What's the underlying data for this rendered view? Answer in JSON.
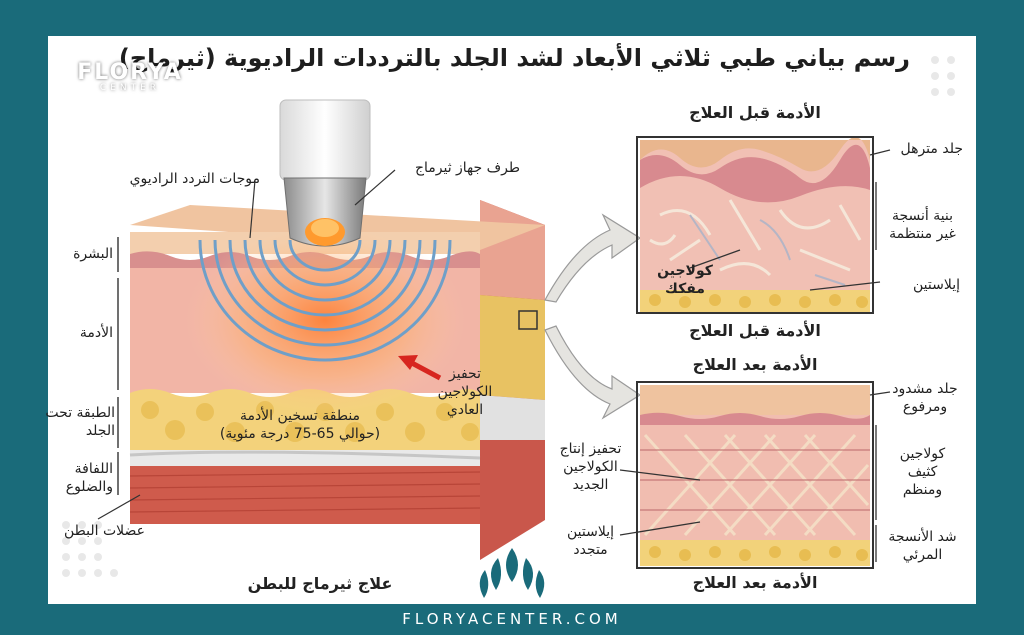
{
  "title": "رسم بياني طبي ثلاثي الأبعاد لشد الجلد بالترددات الراديوية (ثيرماج)",
  "logo": {
    "name": "FLORYA",
    "sub": "CENTER"
  },
  "left_diagram": {
    "caption": "علاج ثيرماج للبطن",
    "labels": {
      "device_tip": "طرف جهاز ثيرماج",
      "rf_waves": "موجات التردد الراديوي",
      "epidermis": "البشرة",
      "dermis": "الأدمة",
      "subcutaneous": "الطبقة تحت الجلد",
      "fascia": "اللفافة والضلوع",
      "muscles": "عضلات البطن",
      "heating_zone_1": "منطقة تسخين الأدمة",
      "heating_zone_2": "(حوالي 65-75 درجة مئوية)",
      "collagen_1": "تحفيز",
      "collagen_2": "الكولاجين",
      "collagen_3": "العادي"
    }
  },
  "before": {
    "title_top": "الأدمة قبل العلاج",
    "title_bottom": "الأدمة قبل العلاج",
    "labels": {
      "sagging_skin": "جلد مترهل",
      "irregular_1": "بنية أنسجة",
      "irregular_2": "غير منتظمة",
      "collagen_1": "كولاجين",
      "collagen_2": "مفكك",
      "elastin": "إيلاستين"
    }
  },
  "after": {
    "title_top": "الأدمة بعد العلاج",
    "title_bottom": "الأدمة بعد العلاج",
    "labels": {
      "tight_1": "جلد مشدود",
      "tight_2": "ومرفوع",
      "new_collagen_1": "تحفيز إنتاج",
      "new_collagen_2": "الكولاجين",
      "new_collagen_3": "الجديد",
      "dense_1": "كولاجين",
      "dense_2": "كثيف",
      "dense_3": "ومنظم",
      "elastin_1": "إيلاستين",
      "elastin_2": "متجدد",
      "visible_1": "شد الأنسجة",
      "visible_2": "المرئي"
    }
  },
  "footer": "FLORYACENTER.COM",
  "colors": {
    "frame": "#1a6b7a",
    "skin": "#f2c7a6",
    "dermis": "#eeb3a5",
    "fat": "#f2d27a",
    "muscle": "#cf5b4c",
    "wave": "#6f9fc8",
    "heat": "#ff8a3c"
  }
}
